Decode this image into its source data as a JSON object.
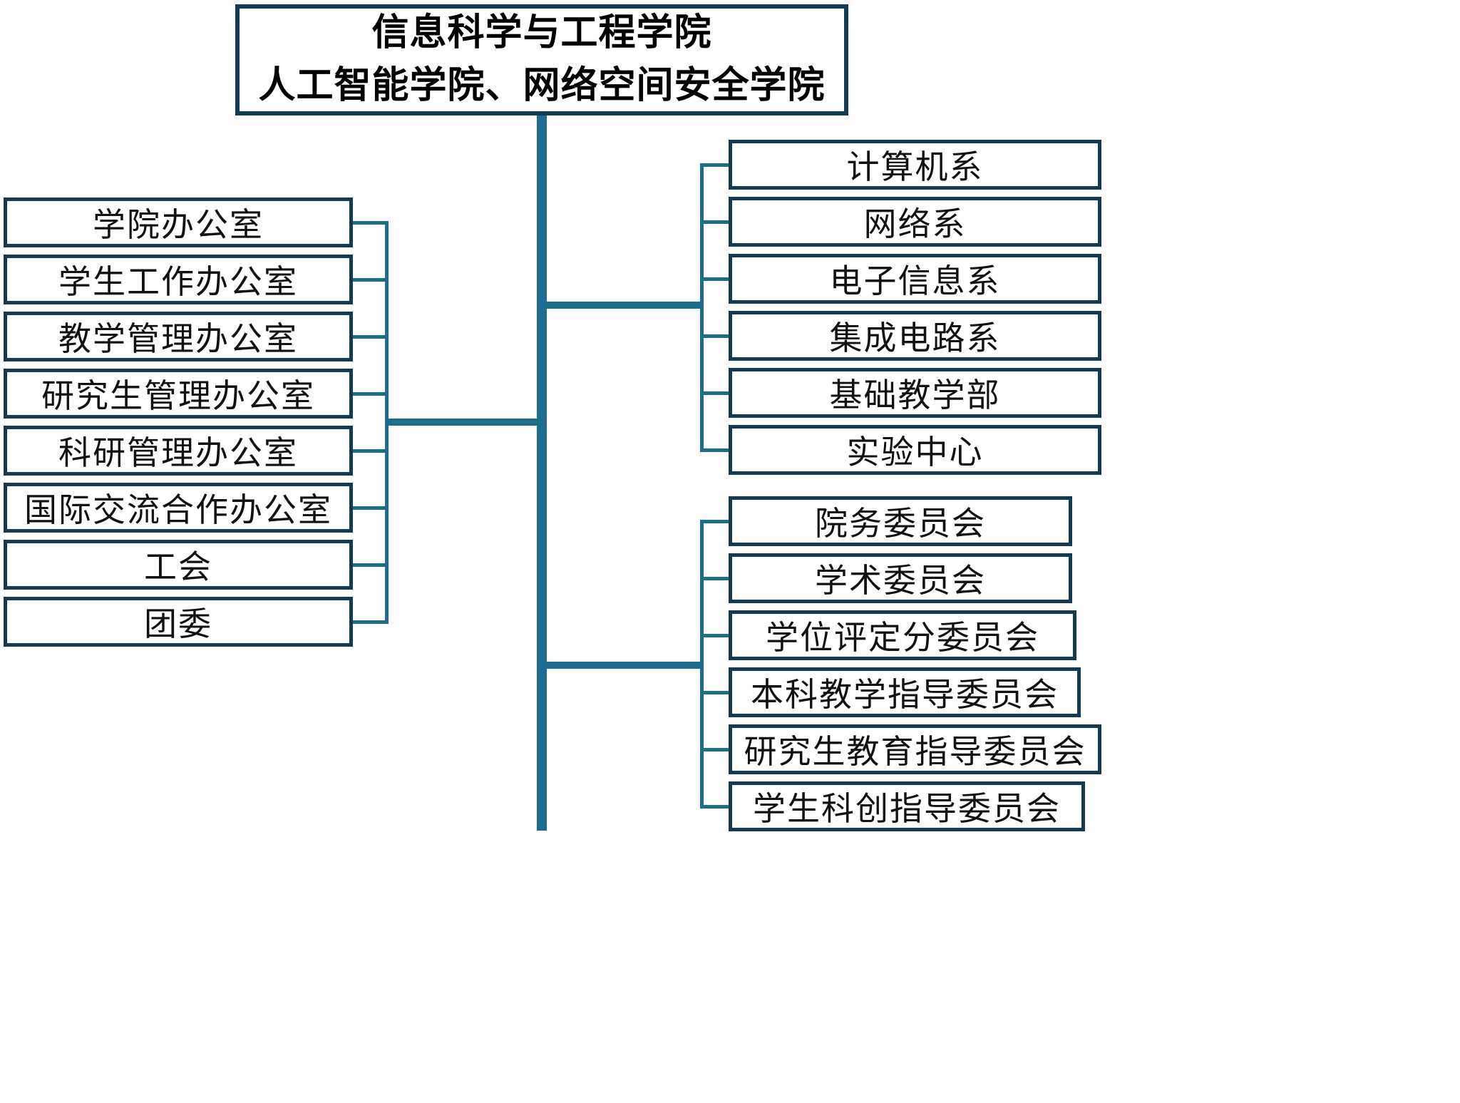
{
  "title": {
    "line1": "信息科学与工程学院",
    "line2": "人工智能学院、网络空间安全学院"
  },
  "left_items": [
    "学院办公室",
    "学生工作办公室",
    "教学管理办公室",
    "研究生管理办公室",
    "科研管理办公室",
    "国际交流合作办公室",
    "工会",
    "团委"
  ],
  "right_top_items": [
    "计算机系",
    "网络系",
    "电子信息系",
    "集成电路系",
    "基础教学部",
    "实验中心"
  ],
  "right_bottom_items": [
    "院务委员会",
    "学术委员会",
    "学位评定分委员会",
    "本科教学指导委员会",
    "研究生教育指导委员会",
    "学生科创指导委员会"
  ],
  "colors": {
    "line": "#1b6d92",
    "border": "#123a52",
    "text": "#111111"
  }
}
